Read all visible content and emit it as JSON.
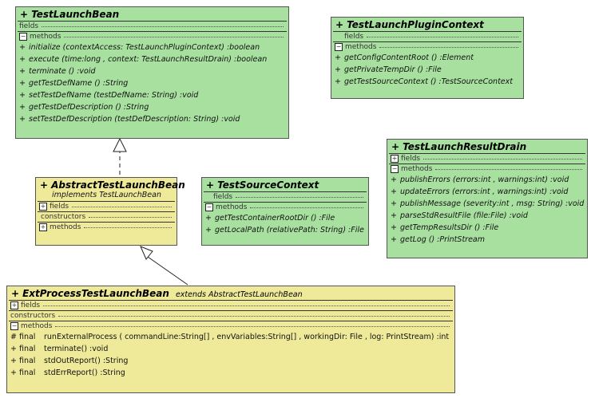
{
  "colors": {
    "interface_fill": "#a8e0a0",
    "class_fill": "#eeea9a",
    "border": "#555555"
  },
  "labels": {
    "fields": "fields",
    "methods": "methods",
    "constructors": "constructors"
  },
  "testLaunchBean": {
    "title": "TestLaunchBean",
    "methods": [
      "initialize (contextAccess: TestLaunchPluginContext) :boolean",
      "execute (time:long , context: TestLaunchResultDrain) :boolean",
      "terminate () :void",
      "getTestDefName () :String",
      "setTestDefName (testDefName: String) :void",
      "getTestDefDescription () :String",
      "setTestDefDescription (testDefDescription: String) :void"
    ]
  },
  "pluginContext": {
    "title": "TestLaunchPluginContext",
    "methods": [
      "getConfigContentRoot () :Element",
      "getPrivateTempDir () :File",
      "getTestSourceContext () :TestSourceContext"
    ]
  },
  "resultDrain": {
    "title": "TestLaunchResultDrain",
    "methods": [
      "publishErrors (errors:int , warnings:int) :void",
      "updateErrors (errors:int , warnings:int) :void",
      "publishMessage (severity:int , msg: String) :void",
      "parseStdResultFile (file:File) :void",
      "getTempResultsDir () :File",
      "getLog () :PrintStream"
    ]
  },
  "sourceContext": {
    "title": "TestSourceContext",
    "methods": [
      "getTestContainerRootDir () :File",
      "getLocalPath (relativePath: String) :File"
    ]
  },
  "abstractBean": {
    "title": "AbstractTestLaunchBean",
    "implements": "implements  TestLaunchBean"
  },
  "extBean": {
    "title": "ExtProcessTestLaunchBean",
    "extends": "extends  AbstractTestLaunchBean",
    "methods": [
      {
        "mark": "# final",
        "text": "runExternalProcess ( commandLine:String[] , envVariables:String[] , workingDir: File , log: PrintStream) :int"
      },
      {
        "mark": "+ final",
        "text": "terminate() :void"
      },
      {
        "mark": "+ final",
        "text": "stdOutReport() :String"
      },
      {
        "mark": "+ final",
        "text": "stdErrReport() :String"
      }
    ]
  }
}
